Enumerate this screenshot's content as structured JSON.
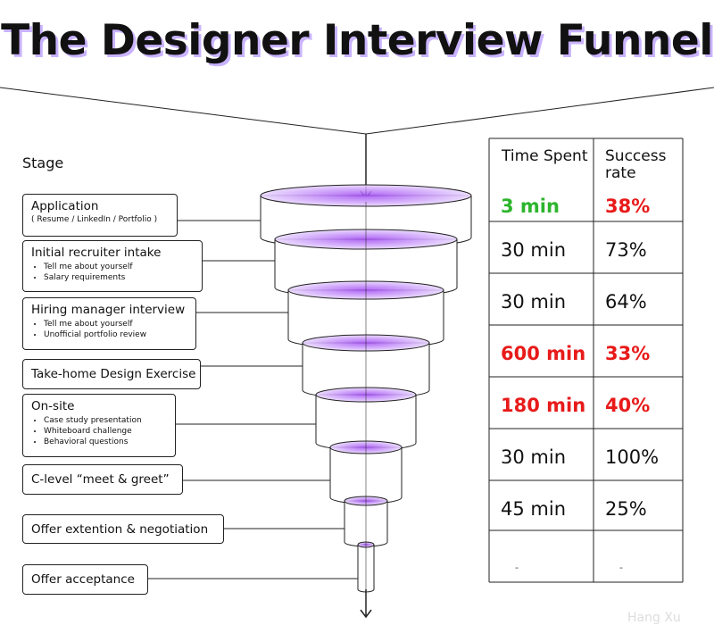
{
  "title": "The Designer Interview Funnel",
  "stage_header": "Stage",
  "table_headers": {
    "time": "Time Spent",
    "rate": "Success rate"
  },
  "stages": [
    {
      "name": "Application",
      "sub": "( Resume / LinkedIn / Portfolio )",
      "bullets": [],
      "time": "3 min",
      "rate": "38%",
      "time_style": "green",
      "rate_style": "red"
    },
    {
      "name": "Initial recruiter intake",
      "sub": "",
      "bullets": [
        "Tell me about yourself",
        "Salary requirements"
      ],
      "time": "30 min",
      "rate": "73%",
      "time_style": "normal",
      "rate_style": "normal"
    },
    {
      "name": "Hiring manager interview",
      "sub": "",
      "bullets": [
        "Tell me about yourself",
        "Unofficial portfolio review"
      ],
      "time": "30 min",
      "rate": "64%",
      "time_style": "normal",
      "rate_style": "normal"
    },
    {
      "name": "Take-home Design Exercise",
      "sub": "",
      "bullets": [],
      "time": "600 min",
      "rate": "33%",
      "time_style": "red",
      "rate_style": "red"
    },
    {
      "name": "On-site",
      "sub": "",
      "bullets": [
        "Case study presentation",
        "Whiteboard challenge",
        "Behavioral questions"
      ],
      "time": "180 min",
      "rate": "40%",
      "time_style": "red",
      "rate_style": "red"
    },
    {
      "name": "C-level “meet & greet”",
      "sub": "",
      "bullets": [],
      "time": "30 min",
      "rate": "100%",
      "time_style": "normal",
      "rate_style": "normal"
    },
    {
      "name": "Offer extention & negotiation",
      "sub": "",
      "bullets": [],
      "time": "45 min",
      "rate": "25%",
      "time_style": "normal",
      "rate_style": "normal"
    },
    {
      "name": "Offer acceptance",
      "sub": "",
      "bullets": [],
      "time": "-",
      "rate": "-",
      "time_style": "normal",
      "rate_style": "normal"
    }
  ],
  "colors": {
    "funnel_fill": "#a24cf3",
    "green": "#2db52d",
    "red": "#e81a1a",
    "title_shadow": "#c9b3ff"
  },
  "credit": "Hang Xu"
}
